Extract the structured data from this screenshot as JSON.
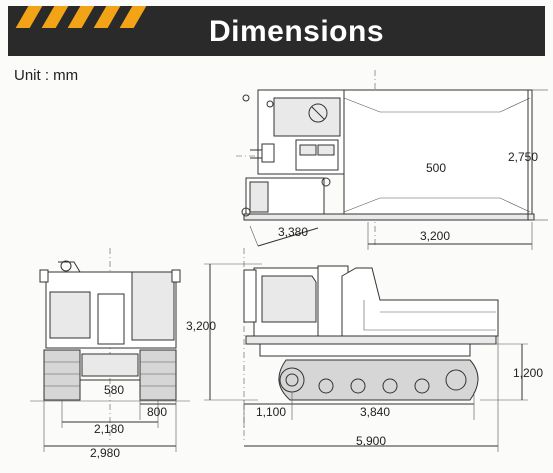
{
  "header": {
    "title": "Dimensions",
    "accent_color": "#f2a416",
    "bar_color": "#2a2a2a"
  },
  "unit_label": "Unit : mm",
  "dimensions": {
    "top_view": {
      "inner_offset": "500",
      "width": "2,750",
      "diagonal": "3,380",
      "bed_length": "3,200"
    },
    "front_view": {
      "height": "3,200",
      "track_gap": "580",
      "track_width": "800",
      "gauge": "2,180",
      "overall_width": "2,980"
    },
    "side_view": {
      "track_height": "1,200",
      "front_overhang": "1,100",
      "track_length": "3,840",
      "overall_length": "5,900"
    }
  }
}
